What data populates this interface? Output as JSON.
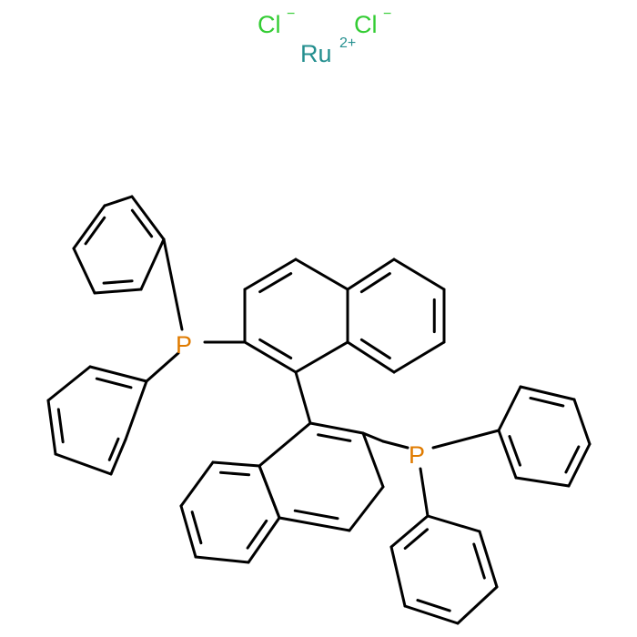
{
  "ions": [
    {
      "element": "Cl",
      "charge": "−"
    },
    {
      "element": "Ru",
      "charge": "2+"
    },
    {
      "element": "Cl",
      "charge": "−"
    }
  ],
  "phosphorus_label": "P",
  "colors": {
    "bond": "#000000",
    "chlorine": "#33cc33",
    "ruthenium": "#248f8f",
    "phosphorus": "#e07b00"
  }
}
